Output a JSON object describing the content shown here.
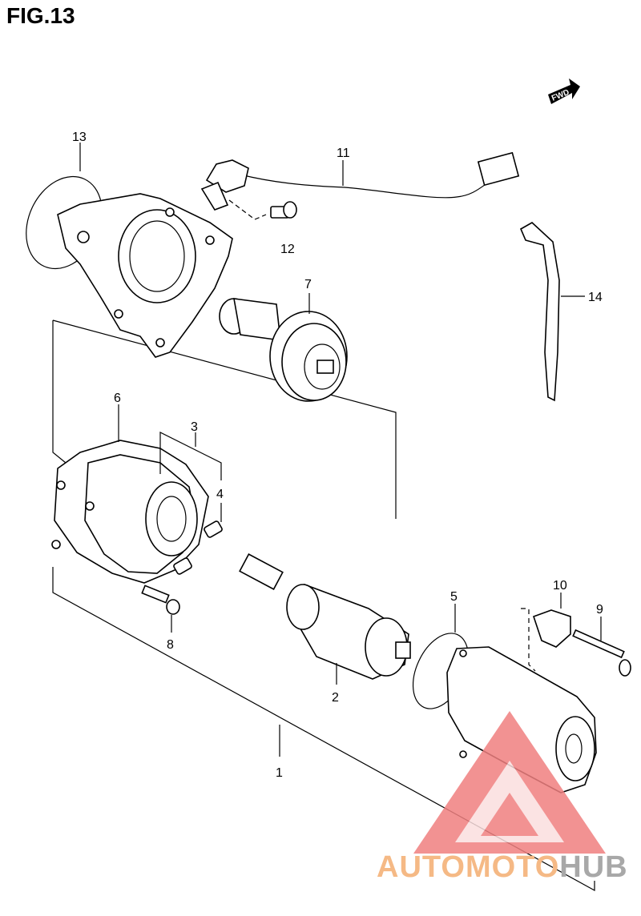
{
  "figure": {
    "title": "FIG.13"
  },
  "fwd_label": "FWD",
  "callouts": [
    {
      "id": "13",
      "label": "13"
    },
    {
      "id": "11",
      "label": "11"
    },
    {
      "id": "12",
      "label": "12"
    },
    {
      "id": "7",
      "label": "7"
    },
    {
      "id": "14",
      "label": "14"
    },
    {
      "id": "6",
      "label": "6"
    },
    {
      "id": "3",
      "label": "3"
    },
    {
      "id": "4",
      "label": "4"
    },
    {
      "id": "8",
      "label": "8"
    },
    {
      "id": "2",
      "label": "2"
    },
    {
      "id": "10",
      "label": "10"
    },
    {
      "id": "5",
      "label": "5"
    },
    {
      "id": "9",
      "label": "9"
    },
    {
      "id": "1",
      "label": "1"
    }
  ],
  "watermark": {
    "part1": "AUTOMOTO",
    "part2": "HUB",
    "color1": "#f5b985",
    "color2": "#a8a8a8",
    "triangle_color": "#f08080"
  }
}
